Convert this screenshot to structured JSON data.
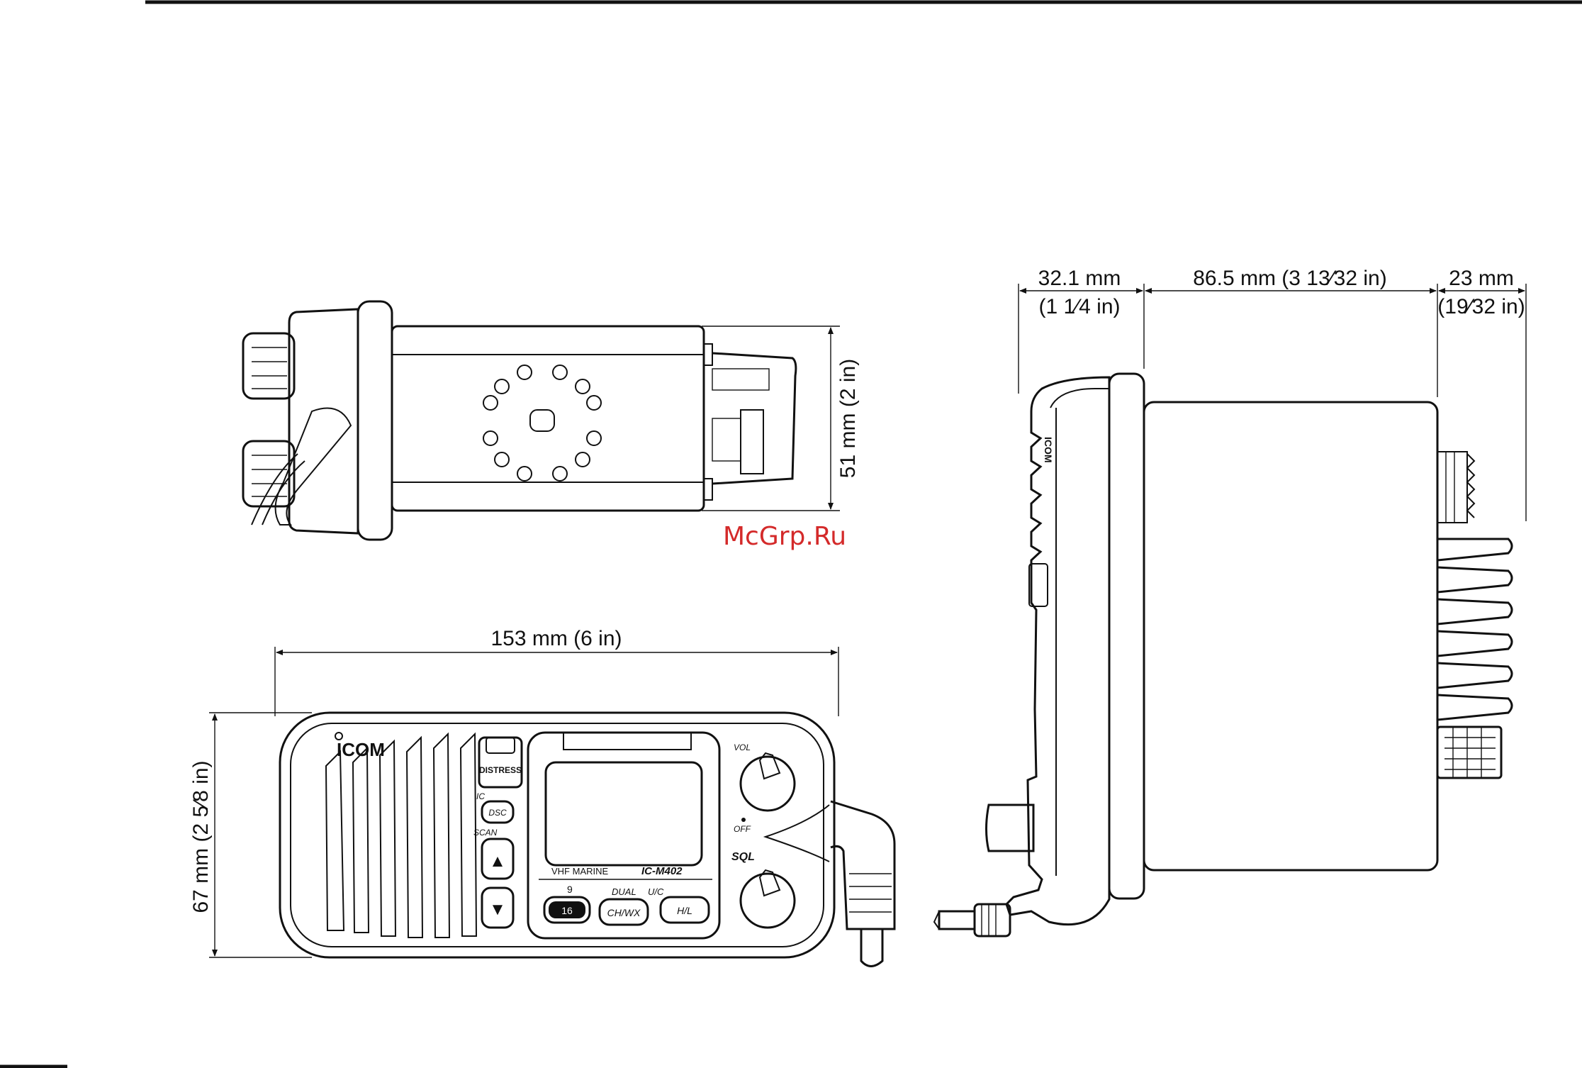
{
  "watermark": "McGrp.Ru",
  "top_view": {
    "height_label": "51 mm (2 in)"
  },
  "front_view": {
    "width_label": "153 mm (6 in)",
    "height_label": "67 mm (2 5⁄8 in)",
    "brand": "ICOM",
    "buttons": {
      "distress": "DISTRESS",
      "ic": "IC",
      "dsc": "DSC",
      "scan": "SCAN",
      "up": "▲",
      "down": "▼",
      "nine": "9",
      "sixteen": "16",
      "dual": "DUAL",
      "chwx": "CH/WX",
      "uic": "U/C",
      "hl": "H/L"
    },
    "knobs": {
      "vol": "VOL",
      "off": "OFF",
      "sql": "SQL"
    },
    "display": {
      "marine": "VHF MARINE",
      "model": "IC-M402"
    }
  },
  "side_view": {
    "depth_front": {
      "mm": "32.1 mm",
      "inch": "(1 1⁄4 in)"
    },
    "depth_body": {
      "mm": "86.5 mm (3 13⁄32 in)"
    },
    "depth_rear": {
      "mm": "23 mm",
      "inch": "(19⁄32 in)"
    },
    "brand": "ICOM"
  }
}
